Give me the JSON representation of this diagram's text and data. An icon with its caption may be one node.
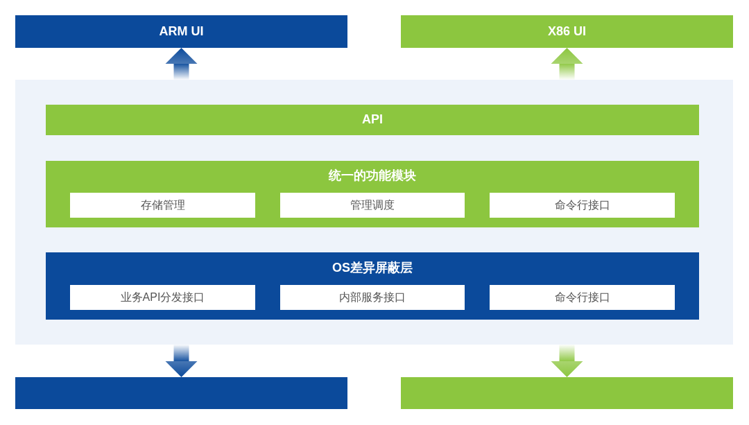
{
  "diagram": {
    "nodes": [
      {
        "text": [
          "ARM UI"
        ]
      },
      {
        "text": [
          "X86 UI"
        ]
      },
      {
        "text": [],
        "shape": "box"
      },
      {
        "text": [
          "API"
        ],
        "in": 2
      },
      {
        "text": [
          "统一的功能模块"
        ],
        "in": 2
      },
      {
        "text": [
          "存储管理"
        ],
        "in": 4
      },
      {
        "text": [
          "管理调度"
        ],
        "in": 4
      },
      {
        "text": [
          "命令行接口"
        ],
        "in": 4
      },
      {
        "text": [
          "OS差异屏蔽层"
        ],
        "in": 2
      },
      {
        "text": [
          "业务API分发接口"
        ],
        "in": 8
      },
      {
        "text": [
          "内部服务接口"
        ],
        "in": 8
      },
      {
        "text": [
          "命令行接口"
        ],
        "in": 8
      },
      {
        "text": [],
        "shape": "box"
      },
      {
        "text": [],
        "shape": "box"
      }
    ],
    "edges": [
      {
        "from": 2,
        "to": 0,
        "arrow": "to",
        "color": "#0b4a9b"
      },
      {
        "from": 2,
        "to": 1,
        "arrow": "to",
        "color": "#8cc63f"
      },
      {
        "from": 2,
        "to": 12,
        "arrow": "to",
        "color": "#0b4a9b"
      },
      {
        "from": 2,
        "to": 13,
        "arrow": "to",
        "color": "#8cc63f"
      }
    ]
  }
}
